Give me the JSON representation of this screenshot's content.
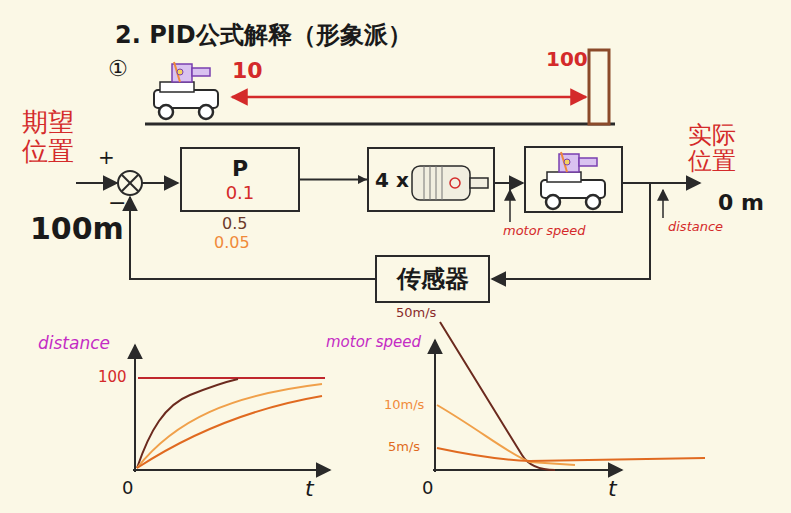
{
  "diagram": {
    "title": "2. PID公式解释（形象派）",
    "nodes": [
      {
        "text": [
          "P",
          "0.1"
        ]
      },
      {
        "text": [
          "4 x"
        ]
      },
      {
        "text": [
          "传感器"
        ]
      }
    ],
    "edges": [
      {
        "from": 0,
        "to": 1,
        "arrow": "to"
      }
    ],
    "labels": [
      "①",
      "10",
      "100",
      "期望 位置",
      "+",
      "−",
      "100m",
      "0.5",
      "0.05",
      "motor speed",
      "distance",
      "实际 位置",
      "0 m",
      "distance",
      "100",
      "0",
      "t",
      "motor speed",
      "50m/s",
      "10m/s",
      "5m/s",
      "0",
      "t"
    ]
  }
}
